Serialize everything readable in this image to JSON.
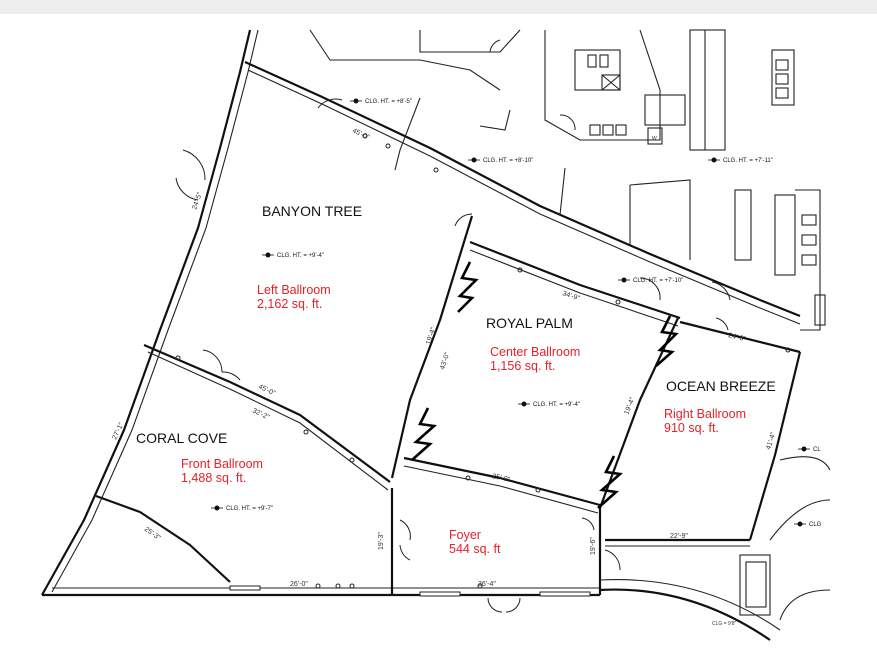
{
  "rooms": [
    {
      "id": "banyon-tree",
      "name": "BANYON TREE",
      "desc": "Left Ballroom",
      "area": "2,162 sq. ft."
    },
    {
      "id": "royal-palm",
      "name": "ROYAL PALM",
      "desc": "Center Ballroom",
      "area": "1,156 sq. ft."
    },
    {
      "id": "ocean-breeze",
      "name": "OCEAN BREEZE",
      "desc": "Right Ballroom",
      "area": "910 sq. ft."
    },
    {
      "id": "coral-cove",
      "name": "CORAL COVE",
      "desc": "Front Ballroom",
      "area": "1,488 sq. ft."
    },
    {
      "id": "foyer",
      "name": "",
      "desc": "Foyer",
      "area": "544 sq. ft"
    }
  ],
  "ceiling_heights": [
    "CLG. HT. = +8'-5\"",
    "CLG. HT. = +8'-10\"",
    "CLG. HT. = +7'-11\"",
    "CLG. HT. = +9'-4\"",
    "CLG. HT. = +7'-10\"",
    "CLG. HT. = +9'-4\"",
    "CLG. HT. = +9'-7\"",
    "CL",
    "CLG",
    "CLG = 9'8\""
  ],
  "dimensions": [
    "45'-0\"",
    "24'-5\"",
    "19'-4\"",
    "43'-0\"",
    "45'-0\"",
    "32'-2\"",
    "34'-9\"",
    "19'-4\"",
    "27'-1\"",
    "24'-8\"",
    "41'-4\"",
    "25'-0\"",
    "22'-9\"",
    "26'-0\"",
    "36'-4\"",
    "19'-3\"",
    "19'-6\"",
    "25'-3\""
  ],
  "misc_labels": [
    "W"
  ]
}
